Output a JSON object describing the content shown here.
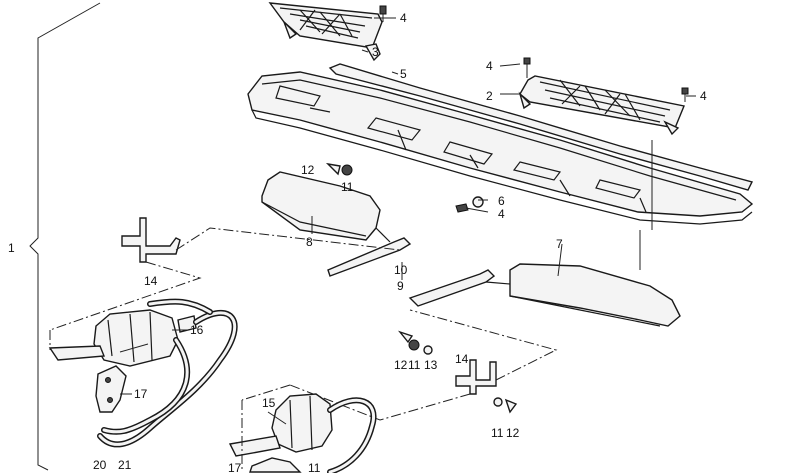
{
  "callouts": [
    {
      "id": "c1",
      "text": "1"
    },
    {
      "id": "c2",
      "text": "2"
    },
    {
      "id": "c3",
      "text": "3"
    },
    {
      "id": "c4a",
      "text": "4"
    },
    {
      "id": "c4b",
      "text": "4"
    },
    {
      "id": "c4c",
      "text": "4"
    },
    {
      "id": "c4d",
      "text": "4"
    },
    {
      "id": "c5",
      "text": "5"
    },
    {
      "id": "c6",
      "text": "6"
    },
    {
      "id": "c7",
      "text": "7"
    },
    {
      "id": "c8",
      "text": "8"
    },
    {
      "id": "c9",
      "text": "9"
    },
    {
      "id": "c10",
      "text": "10"
    },
    {
      "id": "c11a",
      "text": "11"
    },
    {
      "id": "c11b",
      "text": "11"
    },
    {
      "id": "c11c",
      "text": "11"
    },
    {
      "id": "c11d",
      "text": "11"
    },
    {
      "id": "c12a",
      "text": "12"
    },
    {
      "id": "c12b",
      "text": "12"
    },
    {
      "id": "c12c",
      "text": "12"
    },
    {
      "id": "c13",
      "text": "13"
    },
    {
      "id": "c14a",
      "text": "14"
    },
    {
      "id": "c14b",
      "text": "14"
    },
    {
      "id": "c15",
      "text": "15"
    },
    {
      "id": "c16",
      "text": "16"
    },
    {
      "id": "c17a",
      "text": "17"
    },
    {
      "id": "c17b",
      "text": "17"
    },
    {
      "id": "c20",
      "text": "20"
    },
    {
      "id": "c21",
      "text": "21"
    }
  ]
}
